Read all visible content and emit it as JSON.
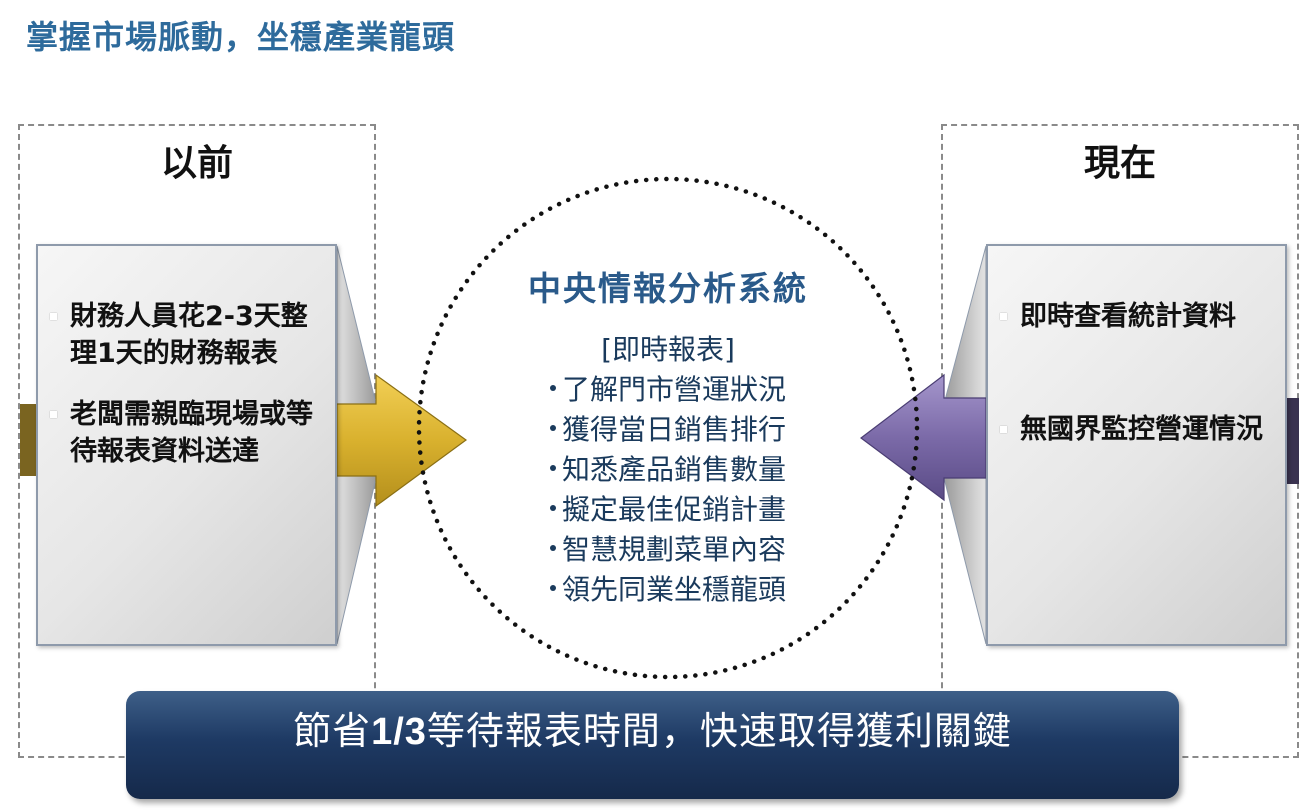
{
  "title": "掌握市場脈動，坐穩產業龍頭",
  "left_panel": {
    "heading": "以前",
    "items": [
      "財務人員花2-3天整理1天的財務報表",
      "老闆需親臨現場或等待報表資料送達"
    ]
  },
  "right_panel": {
    "heading": "現在",
    "items": [
      "即時查看統計資料",
      "無國界監控營運情況"
    ]
  },
  "center": {
    "title": "中央情報分析系統",
    "subtitle": "[即時報表]",
    "items": [
      "了解門市營運狀況",
      "獲得當日銷售排行",
      "知悉產品銷售數量",
      "擬定最佳促銷計畫",
      "智慧規劃菜單內容",
      "領先同業坐穩龍頭"
    ]
  },
  "banner": {
    "prefix": "節省",
    "highlight": "1/3",
    "suffix": "等待報表時間，快速取得獲利關鍵"
  },
  "colors": {
    "title": "#2e6b9c",
    "center_title": "#2a5a8a",
    "left_arrow": "#d9b12e",
    "right_arrow": "#7b6aa8",
    "banner": "#1e3a64"
  }
}
